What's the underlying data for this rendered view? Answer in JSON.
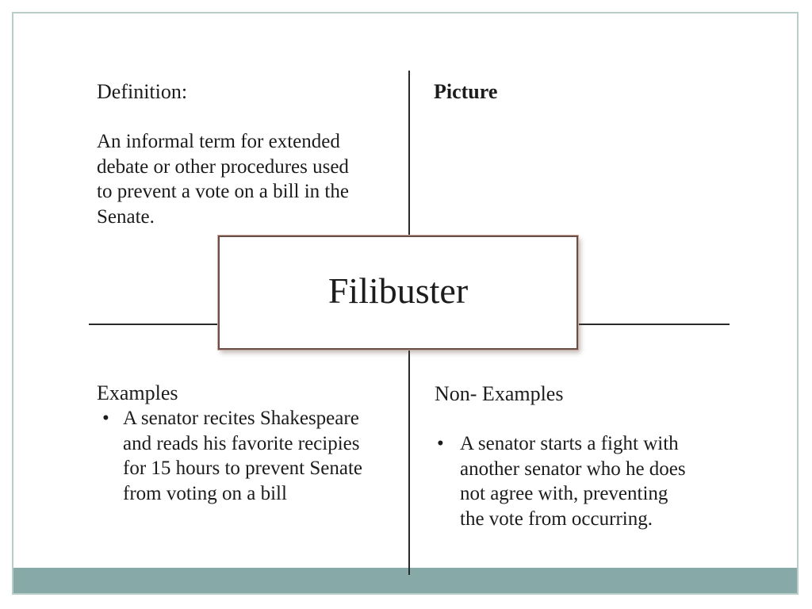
{
  "slide": {
    "center_term": "Filibuster",
    "quadrants": {
      "definition": {
        "heading": "Definition:",
        "body": "An informal term for extended\ndebate or other procedures used\nto prevent a vote on a bill in the\nSenate."
      },
      "picture": {
        "heading": "Picture"
      },
      "examples": {
        "heading": "Examples",
        "bullet_char": "•",
        "item": "A senator recites Shakespeare\nand reads his favorite recipies\nfor 15 hours to prevent Senate\nfrom voting on a bill"
      },
      "non_examples": {
        "heading": "Non- Examples",
        "bullet_char": "•",
        "item": "A senator starts a fight with\nanother senator who he does\nnot agree with, preventing\nthe vote from occurring."
      }
    },
    "colors": {
      "accent_bar": "#87a9a8",
      "slide_border": "#b9cdca",
      "title_box_border": "#6b4f46",
      "divider_line": "#2a2a2a",
      "text": "#1c1c1c"
    }
  }
}
